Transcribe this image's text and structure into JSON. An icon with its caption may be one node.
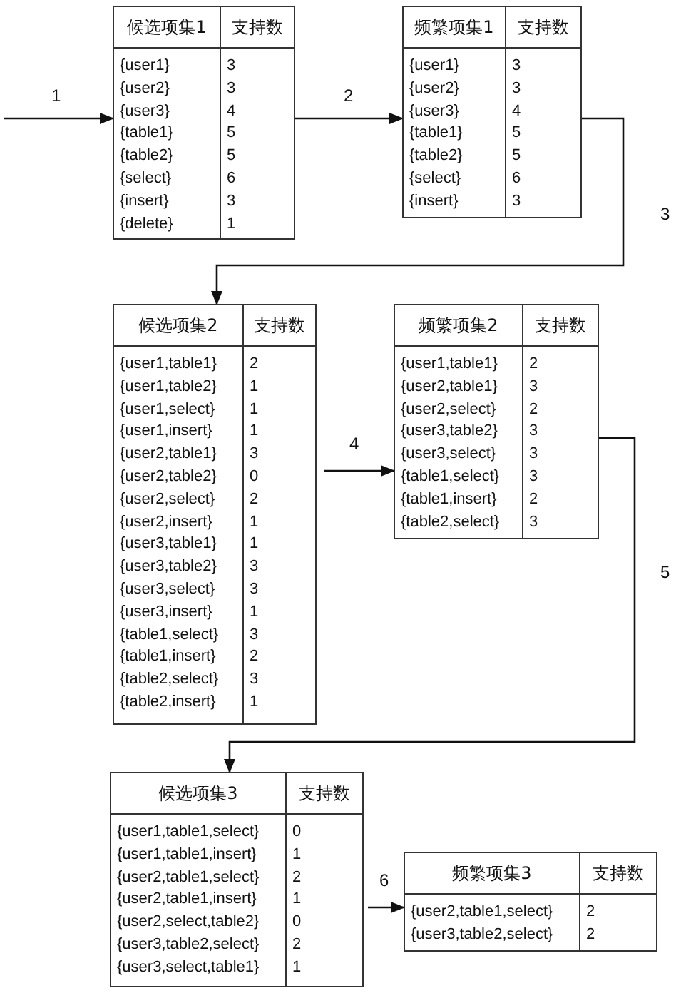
{
  "diagram": {
    "nodes": [
      {
        "text": [
          "候选项集1",
          "支持数",
          "{user1}",
          "3",
          "{user2}",
          "3",
          "{user3}",
          "4",
          "{table1}",
          "5",
          "{table2}",
          "5",
          "{select}",
          "6",
          "{insert}",
          "3",
          "{delete}",
          "1"
        ]
      },
      {
        "text": [
          "频繁项集1",
          "支持数",
          "{user1}",
          "3",
          "{user2}",
          "3",
          "{user3}",
          "4",
          "{table1}",
          "5",
          "{table2}",
          "5",
          "{select}",
          "6",
          "{insert}",
          "3"
        ]
      },
      {
        "text": [
          "候选项集2",
          "支持数",
          "{user1,table1}",
          "2",
          "{user1,table2}",
          "1",
          "{user1,select}",
          "1",
          "{user1,insert}",
          "1",
          "{user2,table1}",
          "3",
          "{user2,table2}",
          "0",
          "{user2,select}",
          "2",
          "{user2,insert}",
          "1",
          "{user3,table1}",
          "1",
          "{user3,table2}",
          "3",
          "{user3,select}",
          "3",
          "{user3,insert}",
          "1",
          "{table1,select}",
          "3",
          "{table1,insert}",
          "2",
          "{table2,select}",
          "3",
          "{table2,insert}",
          "1"
        ]
      },
      {
        "text": [
          "频繁项集2",
          "支持数",
          "{user1,table1}",
          "2",
          "{user2,table1}",
          "3",
          "{user2,select}",
          "2",
          "{user3,table2}",
          "3",
          "{user3,select}",
          "3",
          "{table1,select}",
          "3",
          "{table1,insert}",
          "2",
          "{table2,select}",
          "3"
        ]
      },
      {
        "text": [
          "候选项集3",
          "支持数",
          "{user1,table1,select}",
          "0",
          "{user1,table1,insert}",
          "1",
          "{user2,table1,select}",
          "2",
          "{user2,table1,insert}",
          "1",
          "{user2,select,table2}",
          "0",
          "{user3,table2,select}",
          "2",
          "{user3,select,table1}",
          "1"
        ]
      },
      {
        "text": [
          "频繁项集3",
          "支持数",
          "{user2,table1,select}",
          "2",
          "{user3,table2,select}",
          "2"
        ]
      }
    ],
    "edges": [
      {
        "from": null,
        "to": 0,
        "arrow": "to",
        "label": "1"
      },
      {
        "from": 0,
        "to": 1,
        "arrow": "to",
        "label": "2"
      },
      {
        "from": 1,
        "to": 2,
        "arrow": "to",
        "label": "3"
      },
      {
        "from": 2,
        "to": 3,
        "arrow": "to",
        "label": "4"
      },
      {
        "from": 3,
        "to": 4,
        "arrow": "to",
        "label": "5"
      },
      {
        "from": 4,
        "to": 5,
        "arrow": "to",
        "label": "6"
      }
    ]
  }
}
